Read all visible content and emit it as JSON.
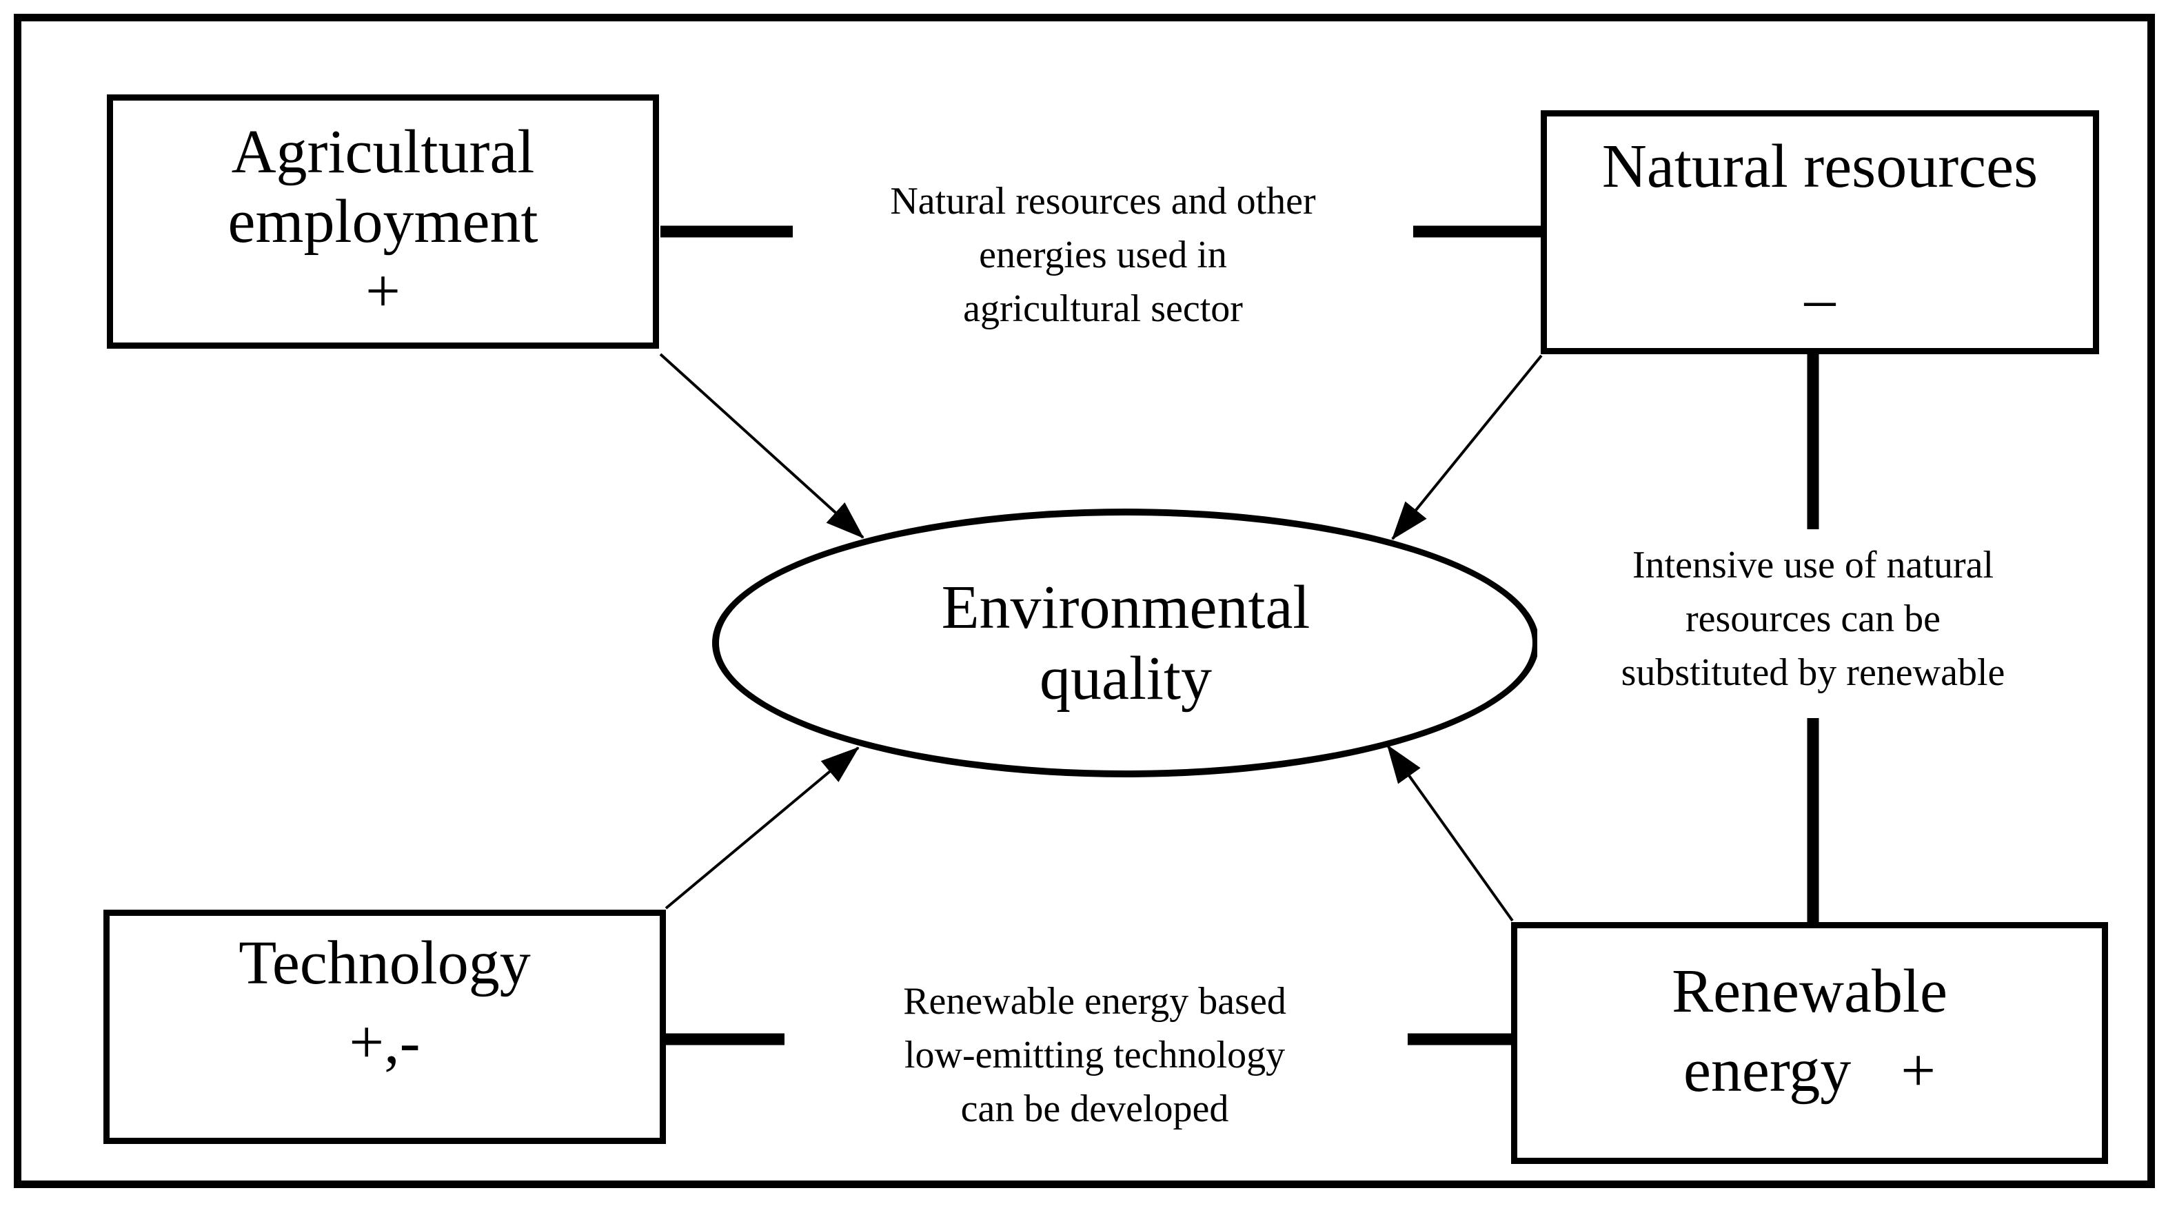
{
  "diagram": {
    "colors": {
      "ink": "#000000",
      "background": "#ffffff"
    },
    "nodes": {
      "agricultural_employment": {
        "line1": "Agricultural",
        "line2": "employment",
        "sign": "+"
      },
      "natural_resources": {
        "line1": "Natural resources",
        "sign": "–"
      },
      "technology": {
        "line1": "Technology",
        "sign": "+,-"
      },
      "renewable_energy": {
        "line1": "Renewable",
        "line2": "energy",
        "sign": "+"
      },
      "environmental_quality": {
        "line1": "Environmental",
        "line2": "quality"
      }
    },
    "edge_labels": {
      "top": {
        "lines": [
          "Natural resources and other",
          "energies used in",
          "agricultural sector"
        ]
      },
      "right": {
        "lines": [
          "Intensive use of natural",
          "resources can be",
          "substituted by renewable"
        ]
      },
      "bottom": {
        "lines": [
          "Renewable energy based",
          "low-emitting technology",
          "can be developed"
        ]
      }
    }
  }
}
